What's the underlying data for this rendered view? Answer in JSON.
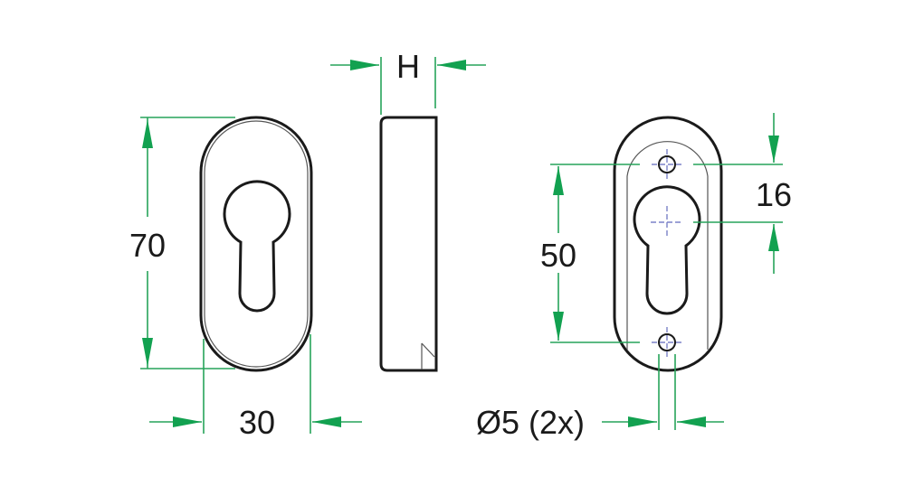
{
  "dimensions": {
    "height_total": "70",
    "width_total": "30",
    "thickness": "H",
    "hole_spacing": "50",
    "hole_to_center": "16",
    "hole_diameter": "Ø5 (2x)"
  },
  "colors": {
    "outline": "#1a1a1a",
    "dimension_lines": "#27a35a",
    "arrowheads": "#12a150",
    "center_marks": "#7b82c8"
  }
}
